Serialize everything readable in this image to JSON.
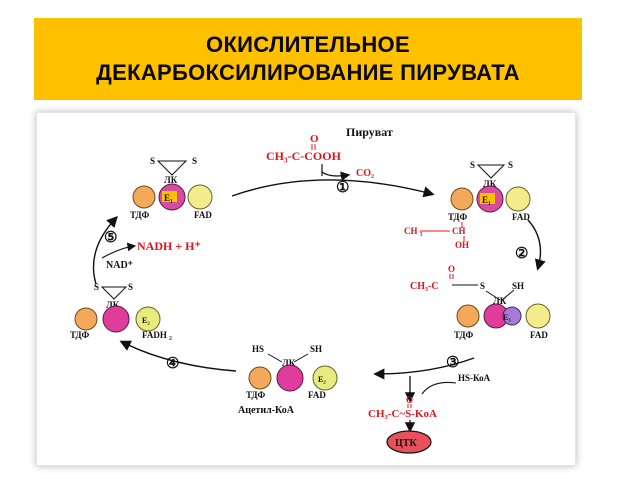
{
  "title": {
    "line1": "ОКИСЛИТЕЛЬНОЕ",
    "line2": "ДЕКАРБОКСИЛИРОВАНИЕ ПИРУВАТА"
  },
  "diagram": {
    "pyruvate_label": "Пируват",
    "pyruvate_formula": "CH₃-C-COOH",
    "oxo": "O",
    "co2": "CO₂",
    "steps": [
      "①",
      "②",
      "③",
      "④",
      "⑤"
    ],
    "s": "S",
    "sh": "SH",
    "hs": "HS",
    "lk": "ЛК",
    "tdf": "ТДФ",
    "fad": "FAD",
    "fadh2": "FADH ₂",
    "e1": "E₁",
    "e2": "E₂",
    "e3": "E₃",
    "hydroxyethyl_ch3": "CH ₃",
    "hydroxyethyl_ch": "CH",
    "hydroxyethyl_oh": "OH",
    "acetyl_left": "CH₃-C",
    "hs_coa": "HS-КоА",
    "acetyl_coa_label": "Ацетил-КоА",
    "acetyl_coa_formula": "CH₃-C~S-KoA",
    "nadh": "NADH + H⁺",
    "nad": "NAD⁺",
    "tca": "ЦТК"
  },
  "colors": {
    "title_bar": "#ffc000",
    "tdf_circle": "#f4a85a",
    "e1_circle": "#d84ca0",
    "e1_inner": "#ffc000",
    "yellow_circle": "#f4ec8c",
    "pink_circle": "#e03c9c",
    "e3_circle": "#a87ad8",
    "e2_circle": "#e8ec80",
    "accent_red": "#e0141e",
    "tca_fill": "#e8505c"
  }
}
